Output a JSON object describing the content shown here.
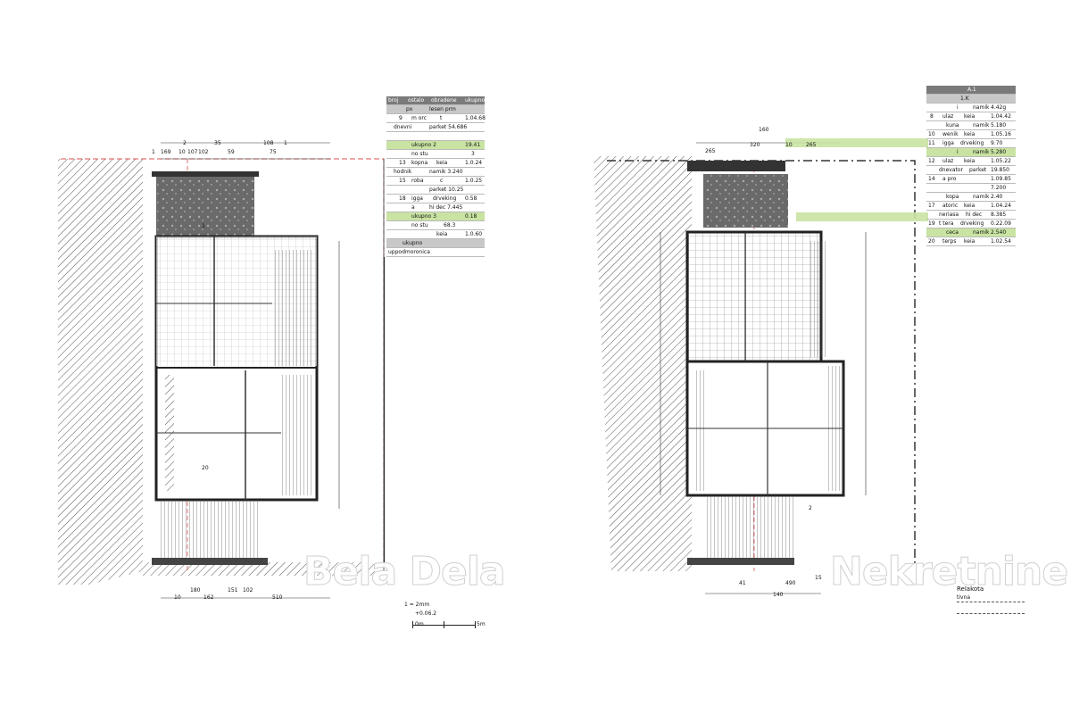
{
  "watermark": {
    "left_text": "Bela Dela",
    "right_text": "Nekretnine"
  },
  "colors": {
    "highlight": "#c9e3a2",
    "hatch": "#555555",
    "plot_red": "#e05050",
    "table_header": "#7a7a7a"
  },
  "left_plan": {
    "top_dims": [
      "2",
      "35",
      "108",
      "1"
    ],
    "top_dims_row2": [
      "1",
      "169",
      "10",
      "107",
      "102",
      "59",
      "75"
    ],
    "bottom_dims": [
      "180",
      "151",
      "102"
    ],
    "bottom_dims_row2": [
      "10",
      "162",
      "510"
    ],
    "scale_note": "1 = 2mm",
    "level_note": "+0.06.2",
    "scale_bar_start": "0m",
    "scale_bar_end": "5m",
    "room_marks": [
      "1",
      "20"
    ]
  },
  "left_table": {
    "header": [
      "broj",
      "ostalo",
      "obradene",
      "ukupno"
    ],
    "rows": [
      {
        "no": "",
        "name": "px",
        "finish": "lesen prm",
        "area": ""
      },
      {
        "no": "9",
        "name": "m orc",
        "finish": "t",
        "area": "1.04.68"
      },
      {
        "no": "",
        "name": "dnevni",
        "finish": "parket 54.686",
        "area": ""
      },
      {
        "no": "",
        "name": "",
        "finish": "",
        "area": ""
      },
      {
        "no": "",
        "name": "ukupno 2",
        "finish": "",
        "area": "19.41"
      },
      {
        "no": "",
        "name": "no stu",
        "finish": "",
        "area": "3"
      },
      {
        "no": "13",
        "name": "kopna",
        "finish": "keia",
        "area": "1.0.24"
      },
      {
        "no": "",
        "name": "hodnik",
        "finish": "namik 3.240",
        "area": ""
      },
      {
        "no": "15",
        "name": "roba",
        "finish": "c",
        "area": "1.0.25"
      },
      {
        "no": "",
        "name": "",
        "finish": "parket 10.25",
        "area": ""
      },
      {
        "no": "18",
        "name": "igga",
        "finish": "drveking",
        "area": "0.58"
      },
      {
        "no": "",
        "name": "a",
        "finish": "hi dec 7.445",
        "area": ""
      },
      {
        "no": "",
        "name": "ukupno 3",
        "finish": "",
        "area": "0.18"
      },
      {
        "no": "",
        "name": "no stu",
        "finish": "68.3",
        "area": ""
      },
      {
        "no": "",
        "name": "",
        "finish": "keia",
        "area": "1.0.60"
      },
      {
        "no": "",
        "name": "ukupno",
        "finish": "",
        "area": ""
      }
    ],
    "footer": "uppodmoronica"
  },
  "right_plan": {
    "top_dims": [
      "160"
    ],
    "top_dims_row2": [
      "265",
      "320",
      "10",
      "265"
    ],
    "bottom_dims": [
      "41",
      "490",
      "15"
    ],
    "bottom_dims_row2": [
      "140"
    ],
    "level_label": "Relakota",
    "level_sub": "tivna",
    "room_marks": [
      "2"
    ]
  },
  "right_table": {
    "title": "A.1",
    "subtitle": "1.K",
    "rows": [
      {
        "no": "",
        "name": "i",
        "finish": "namik",
        "area": "4.42g"
      },
      {
        "no": "8",
        "name": "ulaz",
        "finish": "keia",
        "area": "1.04.42"
      },
      {
        "no": "",
        "name": "kuna",
        "finish": "namik",
        "area": "5.180"
      },
      {
        "no": "10",
        "name": "wenik",
        "finish": "keia",
        "area": "1.05.16"
      },
      {
        "no": "11",
        "name": "igga",
        "finish": "drveking",
        "area": "9.70"
      },
      {
        "no": "",
        "name": "i",
        "finish": "namik",
        "area": "5.280"
      },
      {
        "no": "12",
        "name": "ulaz",
        "finish": "keia",
        "area": "1.05.22"
      },
      {
        "no": "",
        "name": "dnevator",
        "finish": "parket",
        "area": "19.850"
      },
      {
        "no": "14",
        "name": "a pro",
        "finish": "",
        "area": "1.09.85"
      },
      {
        "no": "",
        "name": "",
        "finish": "",
        "area": "7.200"
      },
      {
        "no": "",
        "name": "kopa",
        "finish": "namik",
        "area": "2.40"
      },
      {
        "no": "17",
        "name": "atoric",
        "finish": "keia",
        "area": "1.04.24"
      },
      {
        "no": "",
        "name": "neriasa",
        "finish": "hi dec",
        "area": "8.385"
      },
      {
        "no": "19",
        "name": "t tera",
        "finish": "drveking",
        "area": "0.22.09"
      },
      {
        "no": "",
        "name": "ceca",
        "finish": "namik",
        "area": "2.540"
      },
      {
        "no": "20",
        "name": "terps",
        "finish": "keia",
        "area": "1.02.54"
      }
    ]
  }
}
